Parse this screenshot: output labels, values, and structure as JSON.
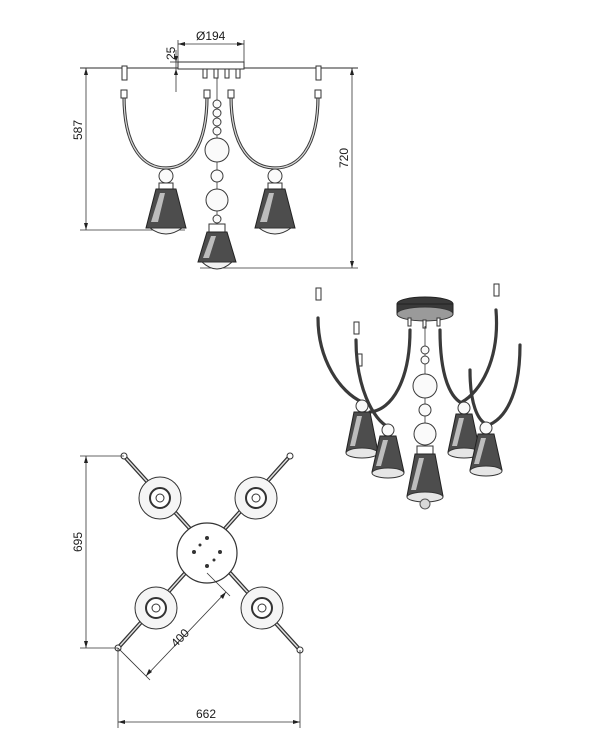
{
  "dimensions": {
    "diameter": "Ø194",
    "canopy_height": "25",
    "arm_height": "587",
    "total_height": "720",
    "spread_depth": "695",
    "arm_length": "400",
    "spread_width": "662"
  }
}
